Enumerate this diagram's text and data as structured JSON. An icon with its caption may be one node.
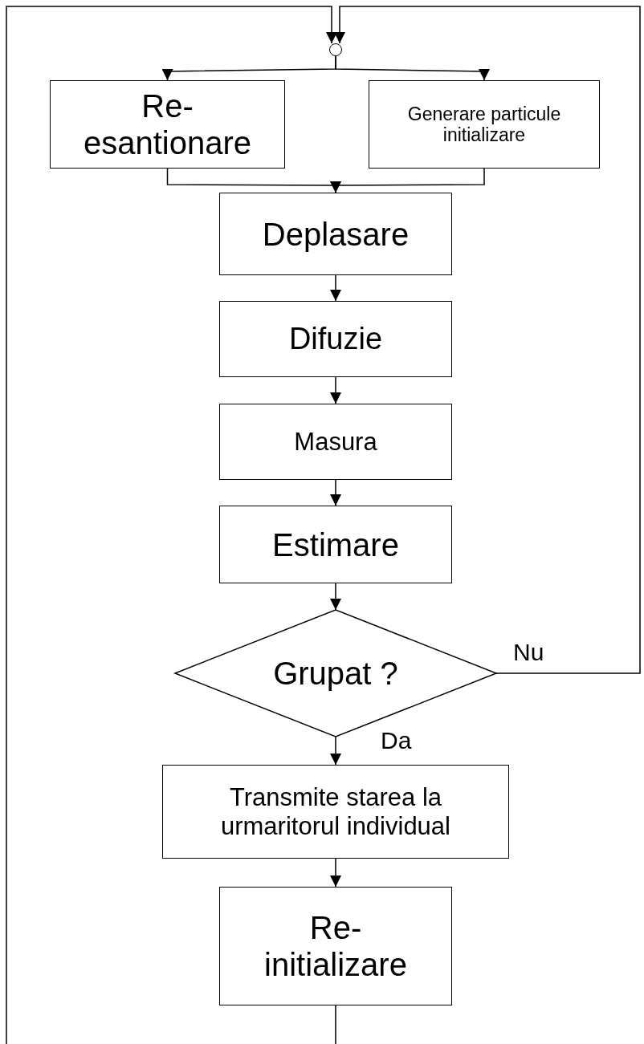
{
  "diagram": {
    "nodes": [
      {
        "text": [],
        "shape": "circle"
      },
      {
        "text": [
          "Re- esantionare"
        ]
      },
      {
        "text": [
          "Generare particule initializare"
        ]
      },
      {
        "text": [
          "Deplasare"
        ]
      },
      {
        "text": [
          "Difuzie"
        ]
      },
      {
        "text": [
          "Masura"
        ]
      },
      {
        "text": [
          "Estimare"
        ]
      },
      {
        "text": [
          "Grupat ?"
        ]
      },
      {
        "text": [
          "Transmite starea la urmaritorul individual"
        ]
      },
      {
        "text": [
          "Re- initializare"
        ]
      }
    ],
    "edges": [
      {
        "from": null,
        "to": 0,
        "arrow": "to"
      },
      {
        "from": 7,
        "to": 0,
        "arrow": "to",
        "label": "Nu"
      },
      {
        "from": 0,
        "to": 1,
        "arrow": "to"
      },
      {
        "from": 0,
        "to": 2,
        "arrow": "to"
      },
      {
        "from": 1,
        "to": 3,
        "arrow": "to"
      },
      {
        "from": 2,
        "to": 3,
        "arrow": "to"
      },
      {
        "from": 3,
        "to": 4,
        "arrow": "to"
      },
      {
        "from": 4,
        "to": 5,
        "arrow": "to"
      },
      {
        "from": 5,
        "to": 6,
        "arrow": "to"
      },
      {
        "from": 6,
        "to": 7,
        "arrow": "to"
      },
      {
        "from": 7,
        "to": 8,
        "arrow": "to",
        "label": "Da"
      },
      {
        "from": 8,
        "to": 9,
        "arrow": "to"
      },
      {
        "from": 9,
        "to": null,
        "arrow": "none"
      }
    ]
  }
}
